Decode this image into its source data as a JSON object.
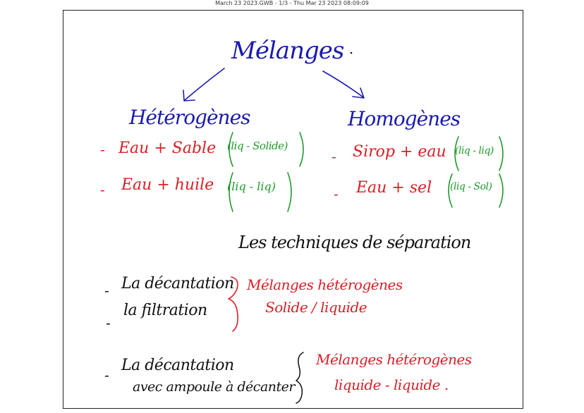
{
  "header": {
    "text": "March 23 2023.GWB - 1/3 - Thu Mar 23 2023 08:09:09"
  },
  "notes": {
    "title": "Mélanges",
    "heterogeneous": {
      "heading": "Hétérogènes",
      "items": [
        {
          "dash": "-",
          "text": "Eau + Sable",
          "paren": "(liq - Solide)"
        },
        {
          "dash": "-",
          "text": "Eau + huile",
          "paren": "(liq - liq)"
        }
      ]
    },
    "homogeneous": {
      "heading": "Homogènes",
      "items": [
        {
          "dash": "-",
          "text": "Sirop + eau",
          "paren": "(liq - liq)"
        },
        {
          "dash": "-",
          "text": "Eau + sel",
          "paren": "(liq - Sol)"
        }
      ]
    },
    "techniques_title": "Les techniques de séparation",
    "group1": {
      "items": [
        {
          "dash": "-",
          "text": "La décantation"
        },
        {
          "dash": "-",
          "text": "la filtration"
        }
      ],
      "result_line1": "Mélanges hétérogènes",
      "result_line2": "Solide / liquide"
    },
    "group2": {
      "dash": "-",
      "line1": "La décantation",
      "line2": "avec ampoule à décanter",
      "result_line1": "Mélanges hétérogènes",
      "result_line2": "liquide - liquide ."
    }
  },
  "colors": {
    "blue": "#1a1ab0",
    "red": "#d81f26",
    "green": "#1f9a2c",
    "black": "#111111"
  }
}
